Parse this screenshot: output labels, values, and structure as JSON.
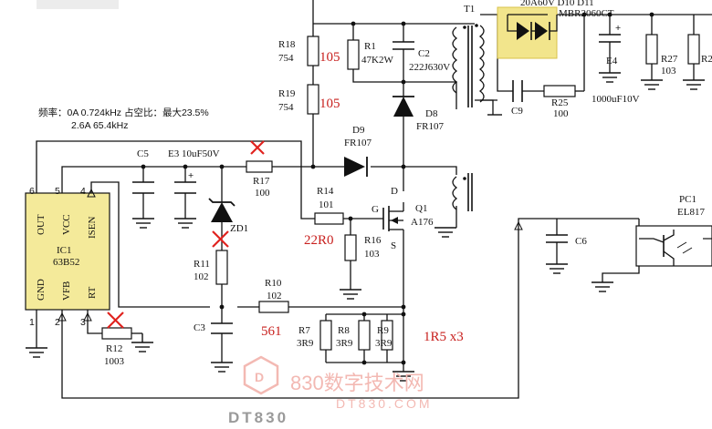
{
  "schematic": {
    "ic": {
      "ref": "IC1",
      "part": "63B52",
      "pins": {
        "out": "OUT",
        "vcc": "VCC",
        "isen": "ISEN",
        "gnd": "GND",
        "vfb": "VFB",
        "rt": "RT"
      },
      "pin_numbers": {
        "p6": "6",
        "p5": "5",
        "p4": "4",
        "p1": "1",
        "p2": "2",
        "p3": "3"
      }
    },
    "notes": {
      "line1": "频率：0A    0.724kHz    占空比：最大23.5%",
      "line2": "2.6A  65.4kHz"
    },
    "labels": {
      "r18": "R18",
      "r18v": "754",
      "r19": "R19",
      "r19v": "754",
      "r1": "R1",
      "r1v": "47K2W",
      "c2": "C2",
      "c2v": "222J630V",
      "d8": "D8",
      "d8v": "FR107",
      "d9": "D9",
      "d9v": "FR107",
      "t1": "T1",
      "d10": "20A60V   D10 D11",
      "d10v": "MBR2060CT",
      "e4": "E4",
      "e4v": "1000uF10V",
      "c9": "C9",
      "r25": "R25",
      "r25v": "100",
      "r27": "R27",
      "r27v": "103",
      "r2x": "R2",
      "c5": "C5",
      "e3": "E3 10uF50V",
      "r17": "R17",
      "r17v": "100",
      "zd1": "ZD1",
      "r11": "R11",
      "r11v": "102",
      "r14": "R14",
      "r14v": "101",
      "r16": "R16",
      "r16v": "103",
      "q1": "Q1",
      "q1v": "A176",
      "g": "G",
      "d": "D",
      "s": "S",
      "r10": "R10",
      "r10v": "102",
      "c3": "C3",
      "r7": "R7",
      "r7v": "3R9",
      "r8": "R8",
      "r8v": "3R9",
      "r9": "R9",
      "r9v": "3R9",
      "r12": "R12",
      "r12v": "1003",
      "c6": "C6",
      "pc1": "PC1",
      "pc1v": "EL817"
    },
    "annotations": {
      "r18_new": "105",
      "r19_new": "105",
      "r14_new": "22R0",
      "r10_new": "561",
      "rsense_new": "1R5   x3"
    },
    "colors": {
      "ink": "#111111",
      "annotation": "#c8201e",
      "diode_bg": "#f2e58c",
      "watermark": "#f3b9b3"
    }
  },
  "watermark": {
    "site_cn": "830数字技术网",
    "site_url": "DT830.COM",
    "brand": "DT830"
  }
}
